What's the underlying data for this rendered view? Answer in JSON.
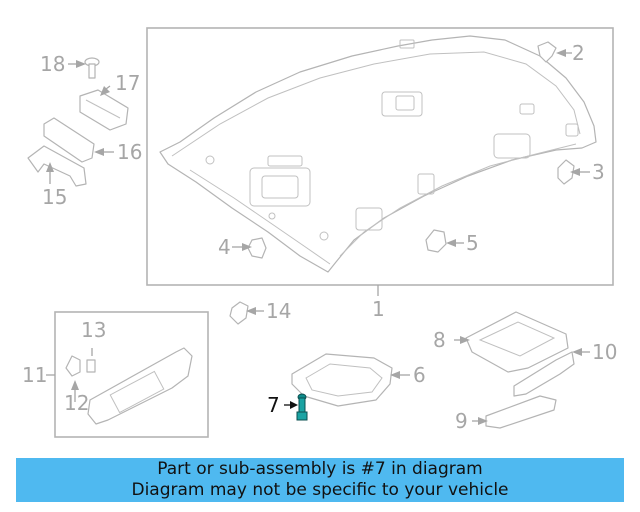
{
  "diagram": {
    "highlight_color": "#0e8a8a",
    "callouts": [
      {
        "id": "1",
        "label": "1"
      },
      {
        "id": "2",
        "label": "2"
      },
      {
        "id": "3",
        "label": "3"
      },
      {
        "id": "4",
        "label": "4"
      },
      {
        "id": "5",
        "label": "5"
      },
      {
        "id": "6",
        "label": "6"
      },
      {
        "id": "7",
        "label": "7",
        "highlighted": true
      },
      {
        "id": "8",
        "label": "8"
      },
      {
        "id": "9",
        "label": "9"
      },
      {
        "id": "10",
        "label": "10"
      },
      {
        "id": "11",
        "label": "11"
      },
      {
        "id": "12",
        "label": "12"
      },
      {
        "id": "13",
        "label": "13"
      },
      {
        "id": "14",
        "label": "14"
      },
      {
        "id": "15",
        "label": "15"
      },
      {
        "id": "16",
        "label": "16"
      },
      {
        "id": "17",
        "label": "17"
      },
      {
        "id": "18",
        "label": "18"
      }
    ]
  },
  "banner": {
    "line1": "Part or sub-assembly is #7 in diagram",
    "line2": "Diagram may not be specific to your vehicle",
    "background": "#4fb9f0"
  }
}
